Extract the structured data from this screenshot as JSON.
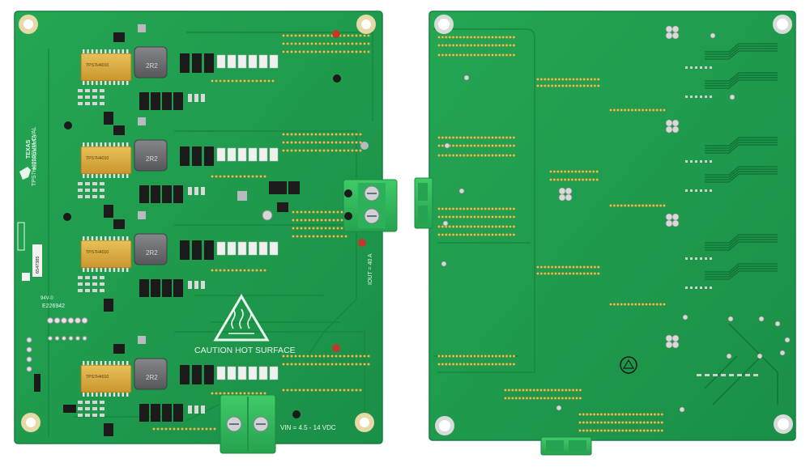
{
  "front_board": {
    "caution_text": "CAUTION HOT SURFACE",
    "vin_label": "VIN = 4.5 - 14 VDC",
    "iout_label": "IOUT = 40 A",
    "brand_line1": "TEXAS",
    "brand_line2": "INSTRUMENTS",
    "side_text": "TPS7H4010EVM-CVAL",
    "inductor_marking": "2R2",
    "ic_marking": "TPS7H4010",
    "ul_marking": "E226942",
    "board_id": "6547385"
  },
  "back_board": {},
  "colors": {
    "pcb": "#1f9a4d",
    "pcb_edge": "#178440",
    "trace": "#188a44",
    "terminal": "#33b85a",
    "gold": "#d9a93a",
    "inductor": "#6d6f72"
  }
}
